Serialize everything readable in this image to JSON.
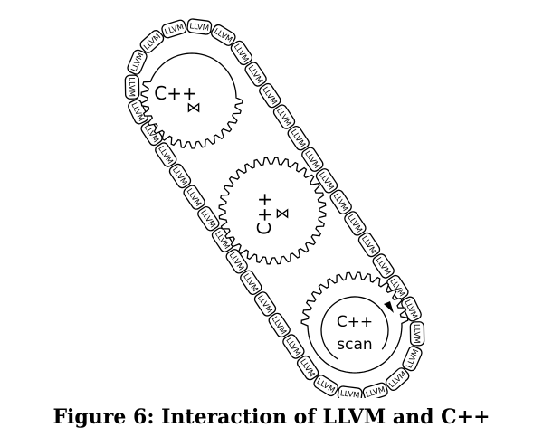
{
  "figure": {
    "caption": "Figure 6: Interaction of LLVM and C++",
    "chain_link_label": "LLVM",
    "gears": [
      {
        "label": "C++",
        "symbol": "⋈",
        "style": "toothed-top"
      },
      {
        "label": "C++",
        "symbol": "⋈",
        "style": "full",
        "rotated": true
      },
      {
        "label": "C++",
        "sublabel": "scan",
        "style": "scanner"
      }
    ],
    "icons": [
      "bowtie-icon",
      "rotation-arrow-icon"
    ]
  }
}
